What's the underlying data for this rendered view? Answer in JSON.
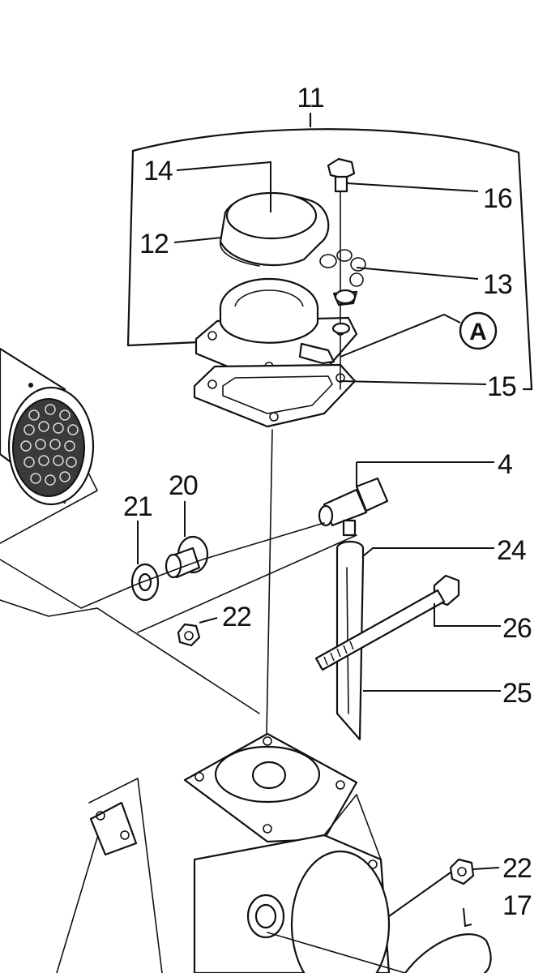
{
  "callouts": {
    "c11": "11",
    "c14": "14",
    "c12": "12",
    "c16": "16",
    "c13": "13",
    "c15": "15",
    "c4": "4",
    "c21": "21",
    "c20": "20",
    "c24": "24",
    "c22a": "22",
    "c26": "26",
    "c25": "25",
    "c22b": "22",
    "c17": "17"
  },
  "reference_marker": "A"
}
